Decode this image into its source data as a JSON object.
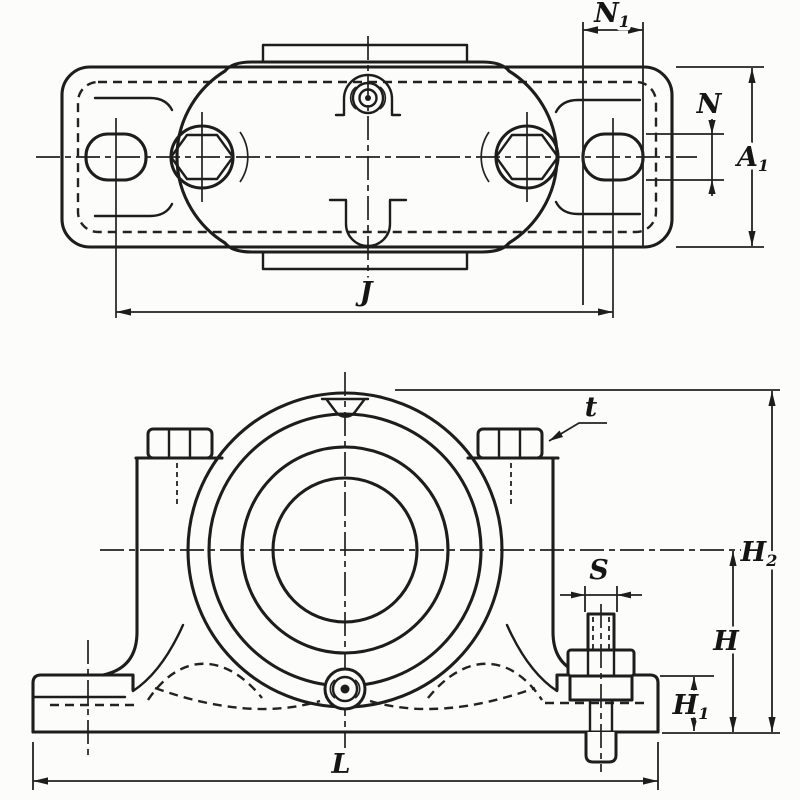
{
  "figure": {
    "kind": "technical engineering drawing",
    "subject": "pillow block bearing housing, two orthographic views (plan view and front elevation)",
    "style": "scanned black ink line drawing on white paper"
  },
  "colors": {
    "background": "#fcfcfa",
    "line": "#1d1d1d"
  },
  "views": {
    "top_view": {
      "description": "plan view with base plate, two mounting slots, two hex bolt holes, grease fitting",
      "dimension_ids": [
        "N1",
        "N",
        "A1",
        "J"
      ]
    },
    "front_view": {
      "description": "front elevation with concentric bearing bore circles, cap bolts, anchor bolt and base",
      "dimension_ids": [
        "t",
        "H2",
        "S",
        "H",
        "H1",
        "L"
      ]
    }
  },
  "labels": {
    "N1": {
      "main": "N",
      "sub": "1"
    },
    "N": {
      "main": "N",
      "sub": ""
    },
    "A1": {
      "main": "A",
      "sub": "1"
    },
    "J": {
      "main": "J",
      "sub": ""
    },
    "t": {
      "main": "t",
      "sub": ""
    },
    "H2": {
      "main": "H",
      "sub": "2"
    },
    "S": {
      "main": "S",
      "sub": ""
    },
    "H": {
      "main": "H",
      "sub": ""
    },
    "H1": {
      "main": "H",
      "sub": "1"
    },
    "L": {
      "main": "L",
      "sub": ""
    }
  }
}
